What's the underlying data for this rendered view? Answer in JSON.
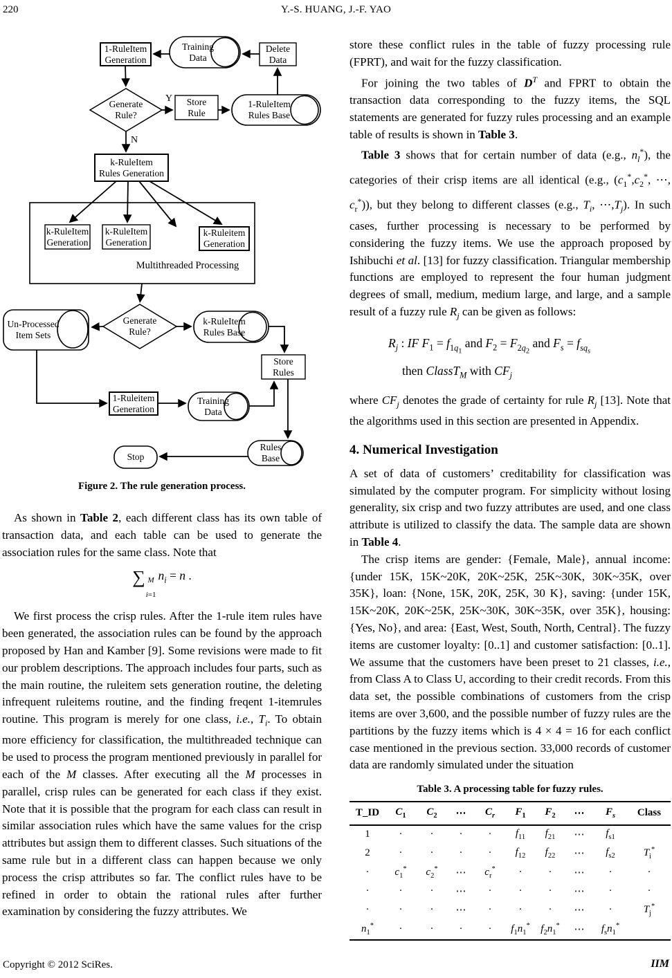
{
  "header": {
    "page_number": "220",
    "running_title": "Y.-S. HUANG, J.-F. YAO"
  },
  "figure": {
    "caption": "Figure 2. The rule generation process.",
    "mt_label": "Multithreaded Processing",
    "edge_labels": {
      "yes": "Y",
      "no": "N"
    },
    "nodes": {
      "n1": "1-RuleItem\nGeneration",
      "training1": "Training\nData",
      "delete": "Delete\nData",
      "gen1": "Generate\nRule?",
      "store_rule": "Store\nRule",
      "base1": "1-RuleItem\nRules Base",
      "krules": "k-RuleItem\nRules Generation",
      "kg1": "k-RuleItem\nGeneration",
      "kg2": "k-RuleItem\nGeneration",
      "kg3": "k-Ruleitem\nGeneration",
      "gen2": "Generate\nRule?",
      "unproc": "Un-Processed\nItem Sets",
      "base2": "k-RuleItem\nRules Base",
      "store_rules": "Store\nRules",
      "oneruleitem": "1-Ruleitem\nGeneration",
      "training2": "Training\nData",
      "rulesbase": "Rules\nBase",
      "stop": "Stop"
    }
  },
  "left_column": {
    "p1_html": "As shown in <b>Table 2</b>, each different class has its own table of transaction data, and each table can be used to generate the association rules for the same class. Note that",
    "eq1": {
      "sum": "∑",
      "upper": "<i>M</i>",
      "lower": "<i>i</i>=1",
      "body_html": "<i>n</i><sub><i>i</i></sub> = <i>n</i> ."
    },
    "p2_html": "We first process the crisp rules. After the 1-rule item rules have been generated, the association rules can be found by the approach proposed by Han and Kamber [9]. Some revisions were made to fit our problem descriptions. The approach includes four parts, such as the main routine, the ruleitem sets generation routine, the deleting infrequent ruleitems routine, and the finding freqent 1-itemrules routine. This program is merely for one class, <i>i.e.</i>, <i>T</i><sub><i>i</i></sub>. To obtain more efficiency for classification, the multithreaded technique can be used to process the program mentioned previously in parallel for each of the <i>M</i> classes. After executing all the <i>M</i> processes in parallel, crisp rules can be generated for each class if they exist. Note that it is possible that the program for each class can result in similar association rules which have the same values for the crisp attributes but assign them to different classes. Such situations of the same rule but in a different class can happen because we only process the crisp attributes so far. The conflict rules have to be refined in order to obtain the rational rules after further examination by considering the fuzzy attributes. We"
  },
  "right_column": {
    "p1_html": "store these conflict rules in the table of fuzzy processing rule (FPRT), and wait for the fuzzy classification.",
    "p2_html": "For joining the two tables of <b><i>D</i></b><sup><i>T</i></sup> and FPRT to obtain the transaction data corresponding to the fuzzy items, the SQL statements are generated for fuzzy rules processing and an example table of results is shown in <b>Table 3</b>.",
    "p3_html": "<b>Table 3</b> shows that for certain number of data (e.g., <i>n</i><sub><i>l</i></sub><sup>*</sup>), the categories of their crisp items are all identical (e.g., (<i>c</i><sub>1</sub><sup>*</sup>,<i>c</i><sub>2</sub><sup>*</sup>, ⋯, <i>c</i><sub>r</sub><sup>*</sup>)), but they belong to different classes (e.g., <i>T</i><sub><i>i</i></sub>, ⋯,<i>T</i><sub><i>j</i></sub>). In such cases, further processing is necessary to be performed by considering the fuzzy items. We use the approach proposed by Ishibuchi <i>et al</i>. [13] for fuzzy classification. Triangular membership functions are employed to represent the four human judgment degrees of small, medium, medium large, and large, and a sample result of a fuzzy rule <i>R</i><sub><i>j</i></sub> can be given as follows:",
    "eq2_line1_html": "<i>R</i><sub><i>j</i></sub> : <i>IF</i> <i>F</i><sub>1</sub> = <i>f</i><sub>1<i>q</i><sub>1</sub></sub> and <i>F</i><sub>2</sub> = <i>F</i><sub>2<i>q</i><sub>2</sub></sub> and <i>F</i><sub><i>s</i></sub> = <i>f</i><sub><i>sq</i><sub><i>s</i></sub></sub>",
    "eq2_line2_html": "then <i>ClassT</i><sub><i>M</i></sub> with <i>CF</i><sub><i>j</i></sub>",
    "p4_html": "where <i>CF</i><sub><i>j</i></sub> denotes the grade of certainty for rule <i>R</i><sub><i>j</i></sub> [13]. Note that the algorithms used in this section are presented in Appendix.",
    "section_heading": "4. Numerical Investigation",
    "p5_html": "A set of data of customers’ creditability for classification was simulated by the computer program. For simplicity without losing generality, six crisp and two fuzzy attributes are used, and one class attribute is utilized to classify the data. The sample data are shown in <b>Table 4</b>.",
    "p6_html": "The crisp items are gender: {Female, Male}, annual income: {under 15K, 15K~20K, 20K~25K, 25K~30K, 30K~35K, over 35K}, loan: {None, 15K, 20K, 25K, 30 K}, saving: {under 15K, 15K~20K, 20K~25K, 25K~30K, 30K~35K, over 35K}, housing: {Yes, No}, and area: {East, West, South, North, Central}. The fuzzy items are customer loyalty: [0..1] and customer satisfaction: [0..1]. We assume that the customers have been preset to 21 classes, <i>i.e.</i>, from Class A to Class U, according to their credit records. From this data set, the possible combinations of customers from the crisp items are over 3,600, and the possible number of fuzzy rules are the partitions by the fuzzy items which is 4 × 4 = 16 for each conflict case mentioned in the previous section. 33,000 records of customer data are randomly simulated under the situation"
  },
  "table3": {
    "title": "Table 3. A processing table for fuzzy rules.",
    "header_html": [
      "T_ID",
      "<i>C</i><sub>1</sub>",
      "<i>C</i><sub>2</sub>",
      "⋯",
      "<i>C</i><sub><i>r</i></sub>",
      "<i>F</i><sub>1</sub>",
      "<i>F</i><sub>2</sub>",
      "⋯",
      "<i>F</i><sub><i>s</i></sub>",
      "Class"
    ],
    "rows_html": [
      [
        "1",
        "·",
        "·",
        "·",
        "·",
        "<i>f</i><sub>11</sub>",
        "<i>f</i><sub>21</sub>",
        "⋯",
        "<i>f</i><sub>s1</sub>",
        ""
      ],
      [
        "2",
        "·",
        "·",
        "·",
        "·",
        "<i>f</i><sub>12</sub>",
        "<i>f</i><sub>22</sub>",
        "⋯",
        "<i>f</i><sub>s2</sub>",
        "<i>T</i><sub>i</sub><sup>*</sup>"
      ],
      [
        "·",
        "<i>c</i><sub>1</sub><sup>*</sup>",
        "<i>c</i><sub>2</sub><sup>*</sup>",
        "⋯",
        "<i>c</i><sub>r</sub><sup>*</sup>",
        "·",
        "·",
        "⋯",
        "·",
        "·"
      ],
      [
        "·",
        "·",
        "·",
        "⋯",
        "·",
        "·",
        "·",
        "⋯",
        "·",
        "·"
      ],
      [
        "·",
        "·",
        "·",
        "⋯",
        "·",
        "·",
        "·",
        "⋯",
        "·",
        "<i>T</i><sub>j</sub><sup>*</sup>"
      ],
      [
        "<i>n</i><sub>1</sub><sup>*</sup>",
        "·",
        "·",
        "·",
        "·",
        "<i>f</i><sub>1</sub><i>n</i><sub>1</sub><sup>*</sup>",
        "<i>f</i><sub>2</sub><i>n</i><sub>1</sub><sup>*</sup>",
        "⋯",
        "<i>f</i><sub>s</sub><i>n</i><sub>1</sub><sup>*</sup>",
        ""
      ]
    ]
  },
  "footer": {
    "copyright": "Copyright © 2012 SciRes.",
    "journal": "IIM"
  }
}
